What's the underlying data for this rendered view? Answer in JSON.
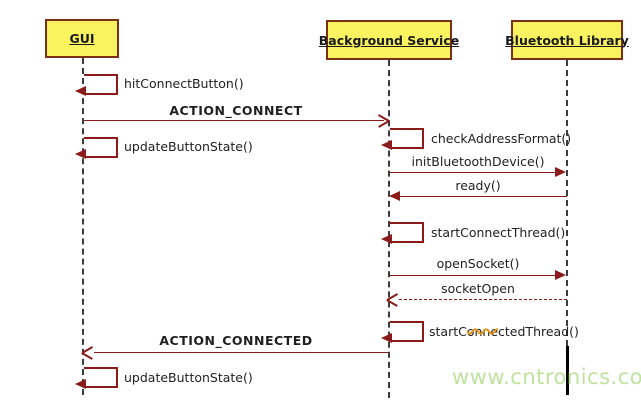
{
  "diagram": {
    "type": "uml-sequence",
    "actors": [
      {
        "id": "gui",
        "label": "GUI"
      },
      {
        "id": "background_service",
        "label": "Background Service"
      },
      {
        "id": "bluetooth_library",
        "label": "Bluetooth Library"
      }
    ],
    "messages": [
      {
        "id": "hit_connect",
        "label": "hitConnectButton()",
        "kind": "self",
        "on": "gui"
      },
      {
        "id": "action_connect",
        "label": "ACTION_CONNECT",
        "kind": "async",
        "from": "gui",
        "to": "background_service"
      },
      {
        "id": "update_button_1",
        "label": "updateButtonState()",
        "kind": "self",
        "on": "gui"
      },
      {
        "id": "check_address",
        "label": "checkAddressFormat()",
        "kind": "self",
        "on": "background_service"
      },
      {
        "id": "init_bt",
        "label": "initBluetoothDevice()",
        "kind": "call",
        "from": "background_service",
        "to": "bluetooth_library"
      },
      {
        "id": "ready",
        "label": "ready()",
        "kind": "call",
        "from": "bluetooth_library",
        "to": "background_service"
      },
      {
        "id": "start_connect_thread",
        "label": "startConnectThread()",
        "kind": "self",
        "on": "background_service"
      },
      {
        "id": "open_socket",
        "label": "openSocket()",
        "kind": "call",
        "from": "background_service",
        "to": "bluetooth_library"
      },
      {
        "id": "socket_open",
        "label": "socketOpen",
        "kind": "return-dashed",
        "from": "bluetooth_library",
        "to": "background_service"
      },
      {
        "id": "start_connected_thread",
        "label": "startConnectedThread()",
        "kind": "self",
        "on": "background_service",
        "parts": {
          "prefix": "startC",
          "squiggle": "onne",
          "suffix": "ctedThread()"
        }
      },
      {
        "id": "action_connected",
        "label": "ACTION_CONNECTED",
        "kind": "async",
        "from": "background_service",
        "to": "gui"
      },
      {
        "id": "update_button_2",
        "label": "updateButtonState()",
        "kind": "self",
        "on": "gui"
      }
    ],
    "watermark": "www.cntronics.com",
    "colors": {
      "actor_fill": "#f8f35e",
      "actor_border": "#7a3015",
      "line": "#8b1a1a",
      "watermark": "#bfe39f",
      "squiggle": "#e0951f"
    }
  }
}
